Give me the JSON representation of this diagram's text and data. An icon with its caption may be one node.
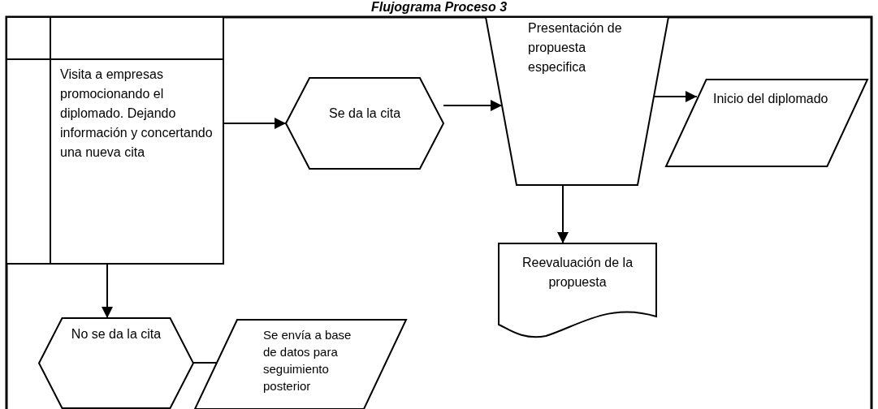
{
  "diagram": {
    "title": "Flujograma Proceso 3",
    "nodes": [
      {
        "text": [
          "Visita a empresas promocionando el diplomado. Dejando información y concertando una nueva cita"
        ]
      },
      {
        "text": [
          "Se da la cita"
        ]
      },
      {
        "text": [
          "Presentación de propuesta especifica"
        ]
      },
      {
        "text": [
          "Inicio del diplomado"
        ]
      },
      {
        "text": [
          "Reevaluación de la propuesta"
        ]
      },
      {
        "text": [
          "No se da la cita"
        ]
      },
      {
        "text": [
          "Se envía a base de datos para seguimiento posterior"
        ]
      }
    ],
    "edges": [
      {
        "from": 0,
        "to": 1,
        "arrow": "to"
      },
      {
        "from": 1,
        "to": 2,
        "arrow": "to"
      },
      {
        "from": 2,
        "to": 3,
        "arrow": "to"
      },
      {
        "from": 2,
        "to": 4,
        "arrow": "to"
      },
      {
        "from": 0,
        "to": 5,
        "arrow": "to"
      },
      {
        "from": 5,
        "to": 6,
        "arrow": "none"
      }
    ]
  }
}
